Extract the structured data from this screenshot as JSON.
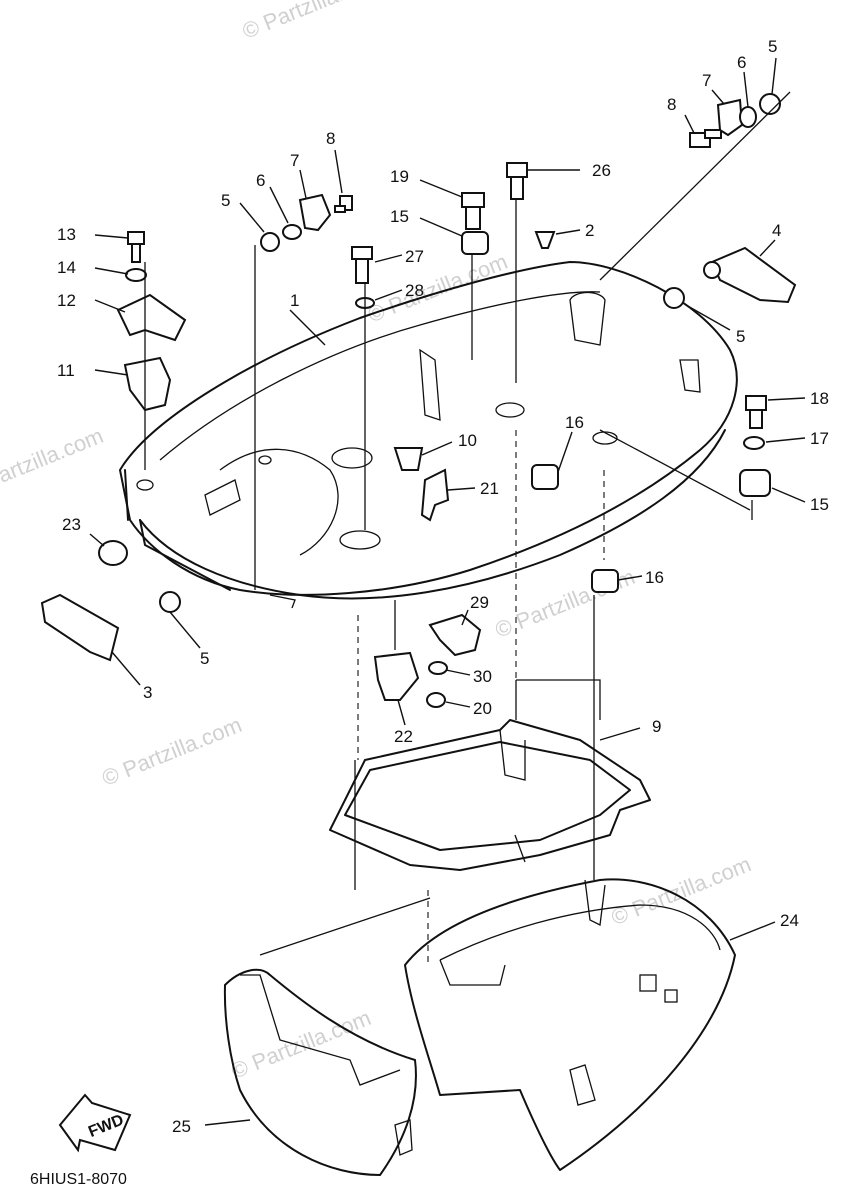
{
  "watermark": "© Partzilla.com",
  "diagram_code": "6HIUS1-8070",
  "fwd_label": "FWD",
  "callouts": {
    "c1": "1",
    "c2": "2",
    "c3": "3",
    "c4": "4",
    "c5a": "5",
    "c5b": "5",
    "c5c": "5",
    "c5d": "5",
    "c6a": "6",
    "c6b": "6",
    "c7a": "7",
    "c7b": "7",
    "c8a": "8",
    "c8b": "8",
    "c9": "9",
    "c10": "10",
    "c11": "11",
    "c12": "12",
    "c13": "13",
    "c14": "14",
    "c15a": "15",
    "c15b": "15",
    "c16a": "16",
    "c16b": "16",
    "c17": "17",
    "c18": "18",
    "c19": "19",
    "c20": "20",
    "c21": "21",
    "c22": "22",
    "c23": "23",
    "c24": "24",
    "c25": "25",
    "c26": "26",
    "c27": "27",
    "c28": "28",
    "c29": "29",
    "c30": "30"
  }
}
